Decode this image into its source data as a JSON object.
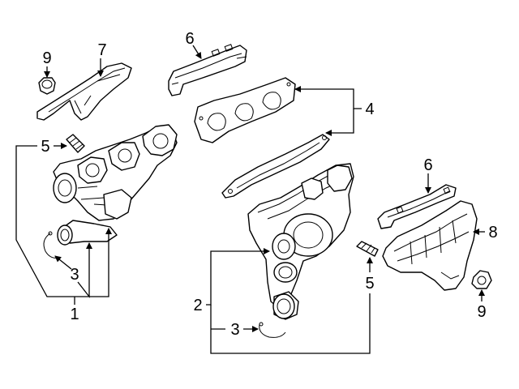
{
  "callouts": {
    "c1": "1",
    "c2": "2",
    "c3a": "3",
    "c3b": "3",
    "c4": "4",
    "c5a": "5",
    "c5b": "5",
    "c6a": "6",
    "c6b": "6",
    "c7": "7",
    "c8": "8",
    "c9a": "9",
    "c9b": "9"
  }
}
